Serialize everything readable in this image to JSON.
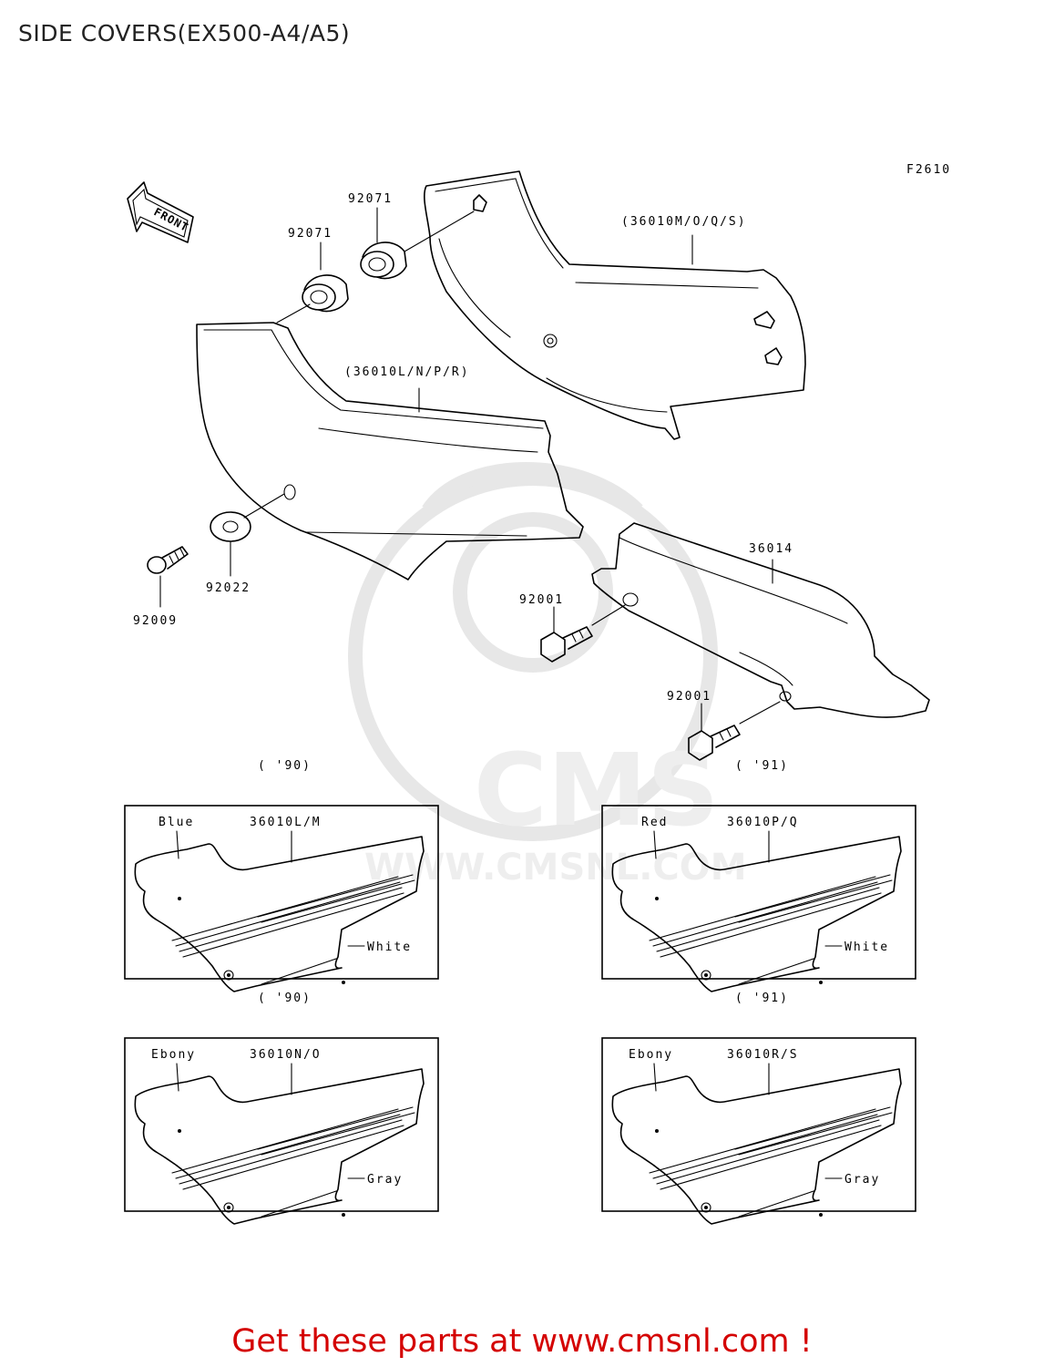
{
  "title": "SIDE COVERS(EX500-A4/A5)",
  "figure_code": "F2610",
  "front_label": "FRONT",
  "watermark": {
    "brand": "CMS",
    "url": "WWW.CMSNL.COM"
  },
  "callouts": {
    "grommet_left": "92071",
    "grommet_right": "92071",
    "cover_right": "(36010M/O/Q/S)",
    "cover_left": "(36010L/N/P/R)",
    "chain_cover": "36014",
    "washer": "92022",
    "screw": "92009",
    "bolt_upper": "92001",
    "bolt_lower": "92001"
  },
  "variants": [
    {
      "year": "( '90)",
      "part": "36010L/M",
      "color_main": "Blue",
      "color_stripe": "White"
    },
    {
      "year": "( '91)",
      "part": "36010P/Q",
      "color_main": "Red",
      "color_stripe": "White"
    },
    {
      "year": "( '90)",
      "part": "36010N/O",
      "color_main": "Ebony",
      "color_stripe": "Gray"
    },
    {
      "year": "( '91)",
      "part": "36010R/S",
      "color_main": "Ebony",
      "color_stripe": "Gray"
    }
  ],
  "promo_text": "Get these parts at www.cmsnl.com !"
}
